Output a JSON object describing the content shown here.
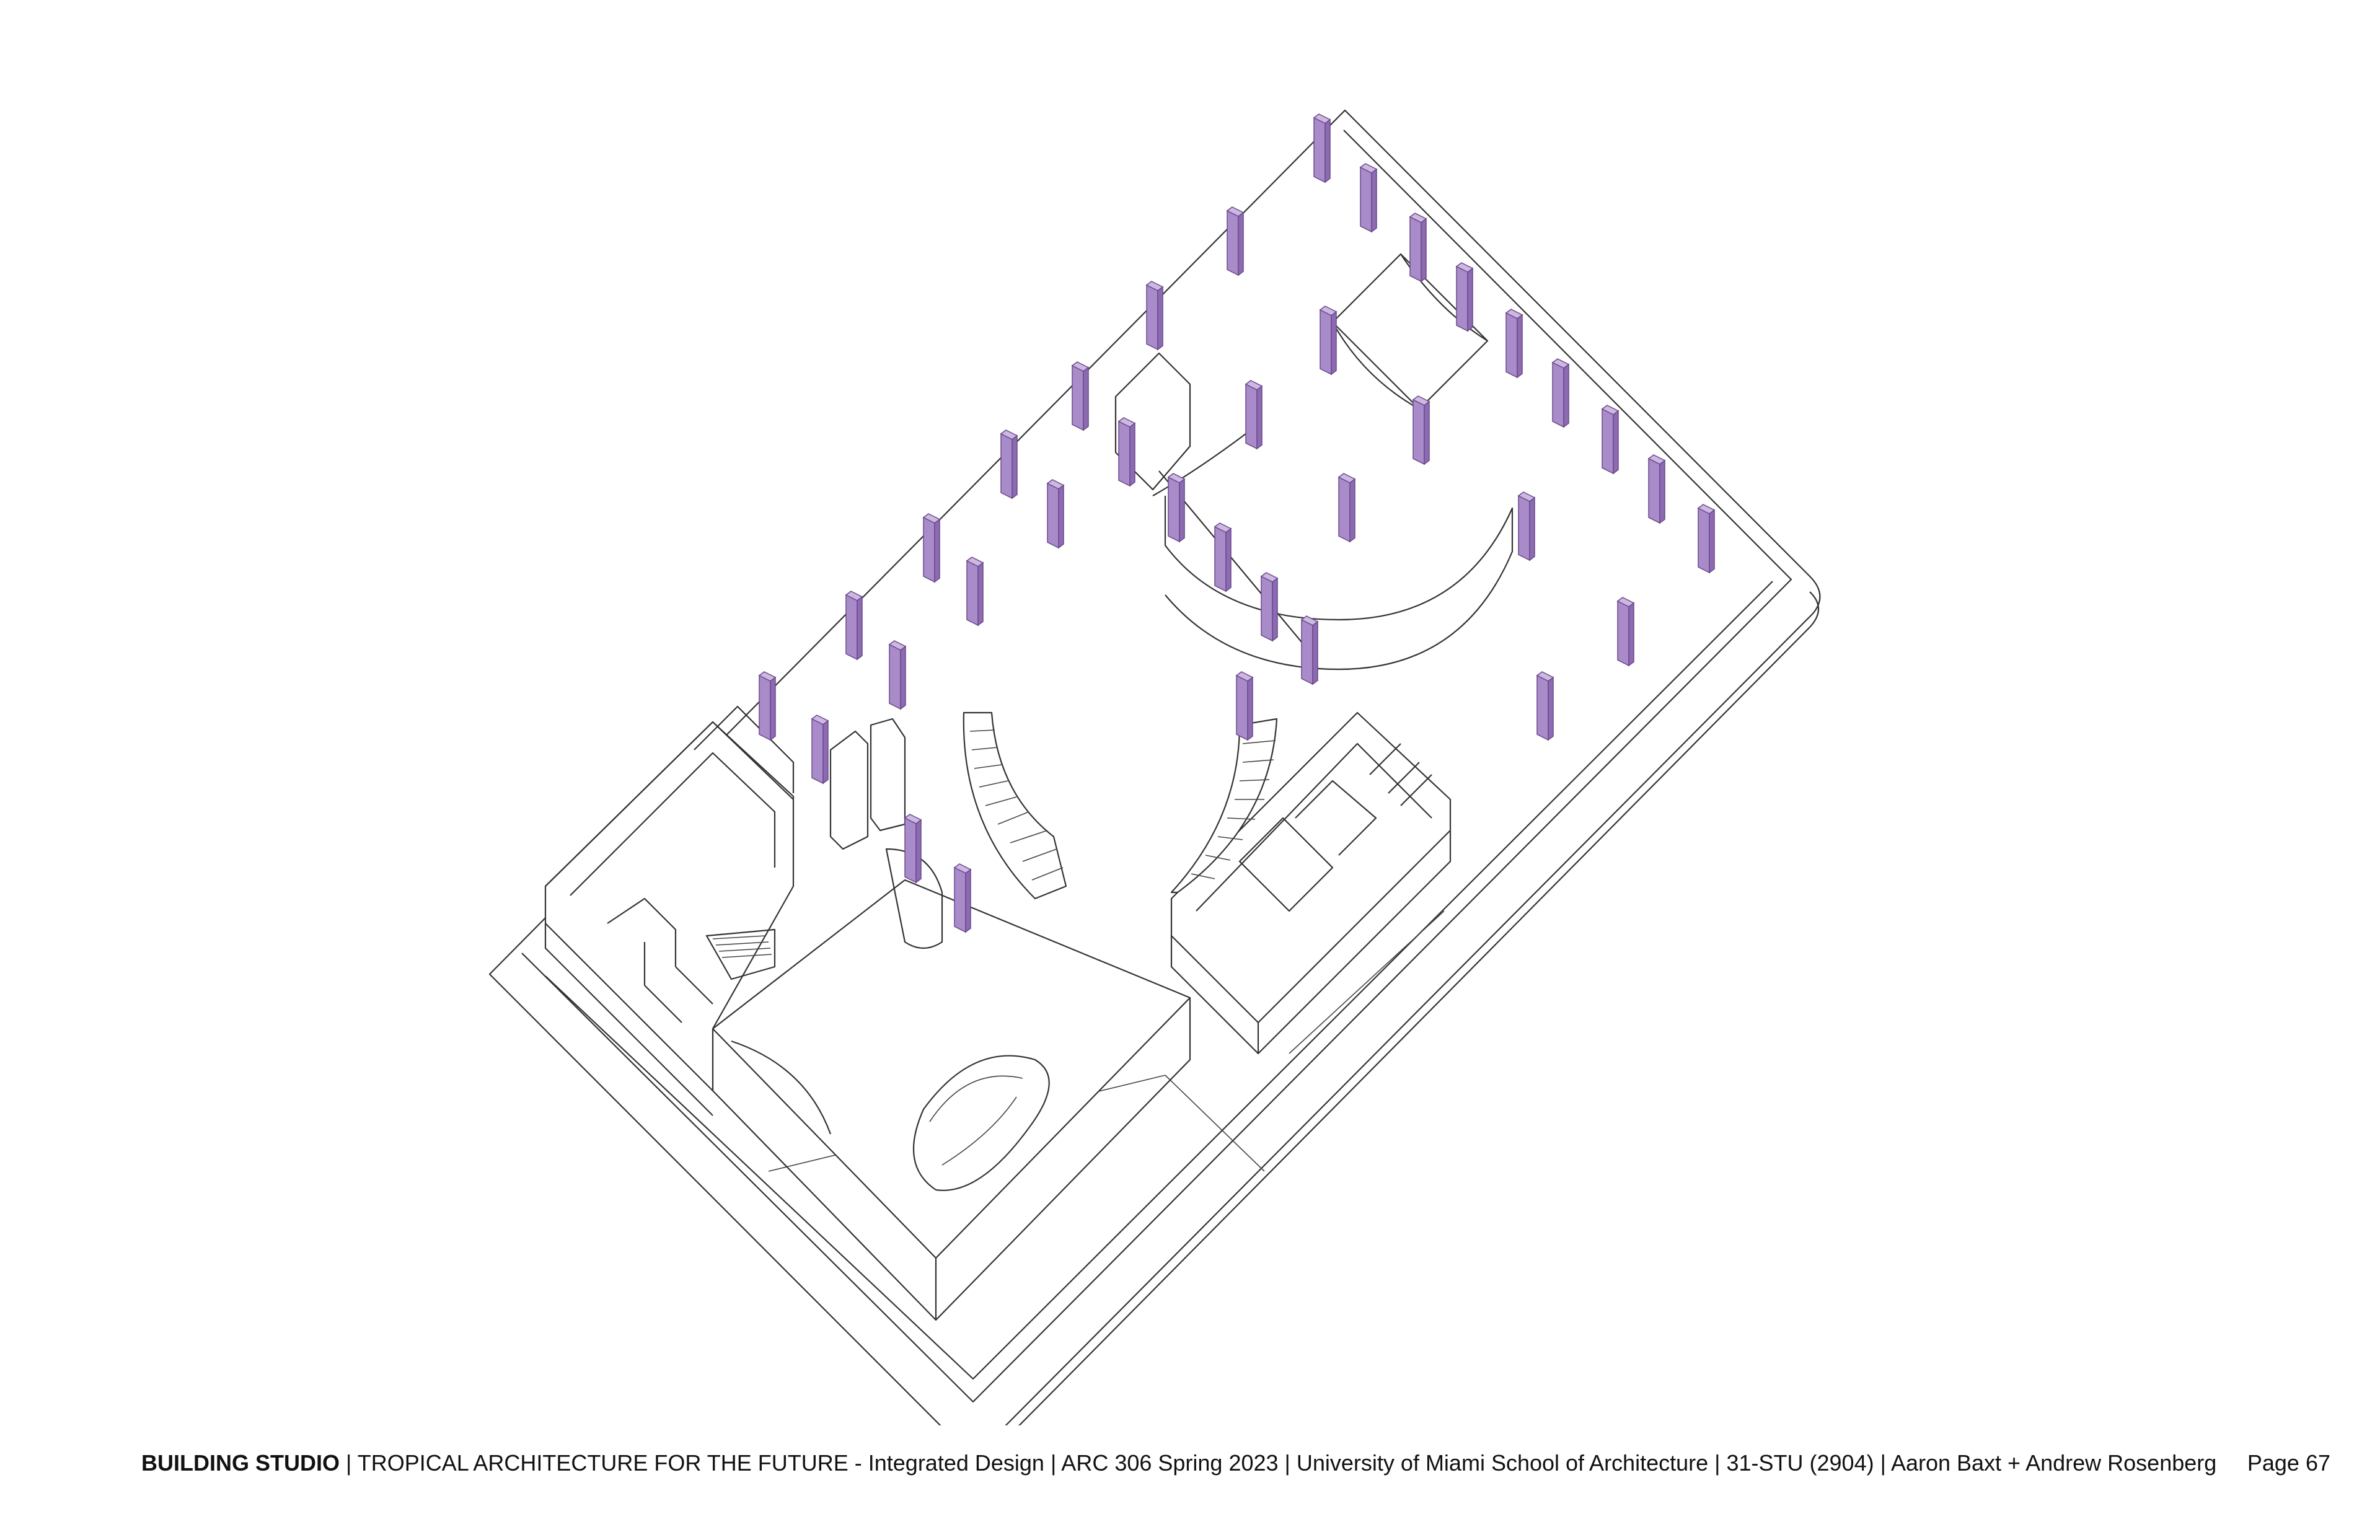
{
  "colors": {
    "column_front": "#a98bc9",
    "column_side": "#8d6bb2",
    "column_top": "#cdb8e2",
    "linework": "#333333"
  },
  "footer": {
    "studio": "BUILDING STUDIO",
    "rest": " | TROPICAL ARCHITECTURE FOR THE FUTURE - Integrated Design | ARC 306 Spring 2023 | University of Miami School of Architecture | 31-STU (2904) | Aaron Baxt + Andrew Rosenberg",
    "page": "Page 67"
  }
}
